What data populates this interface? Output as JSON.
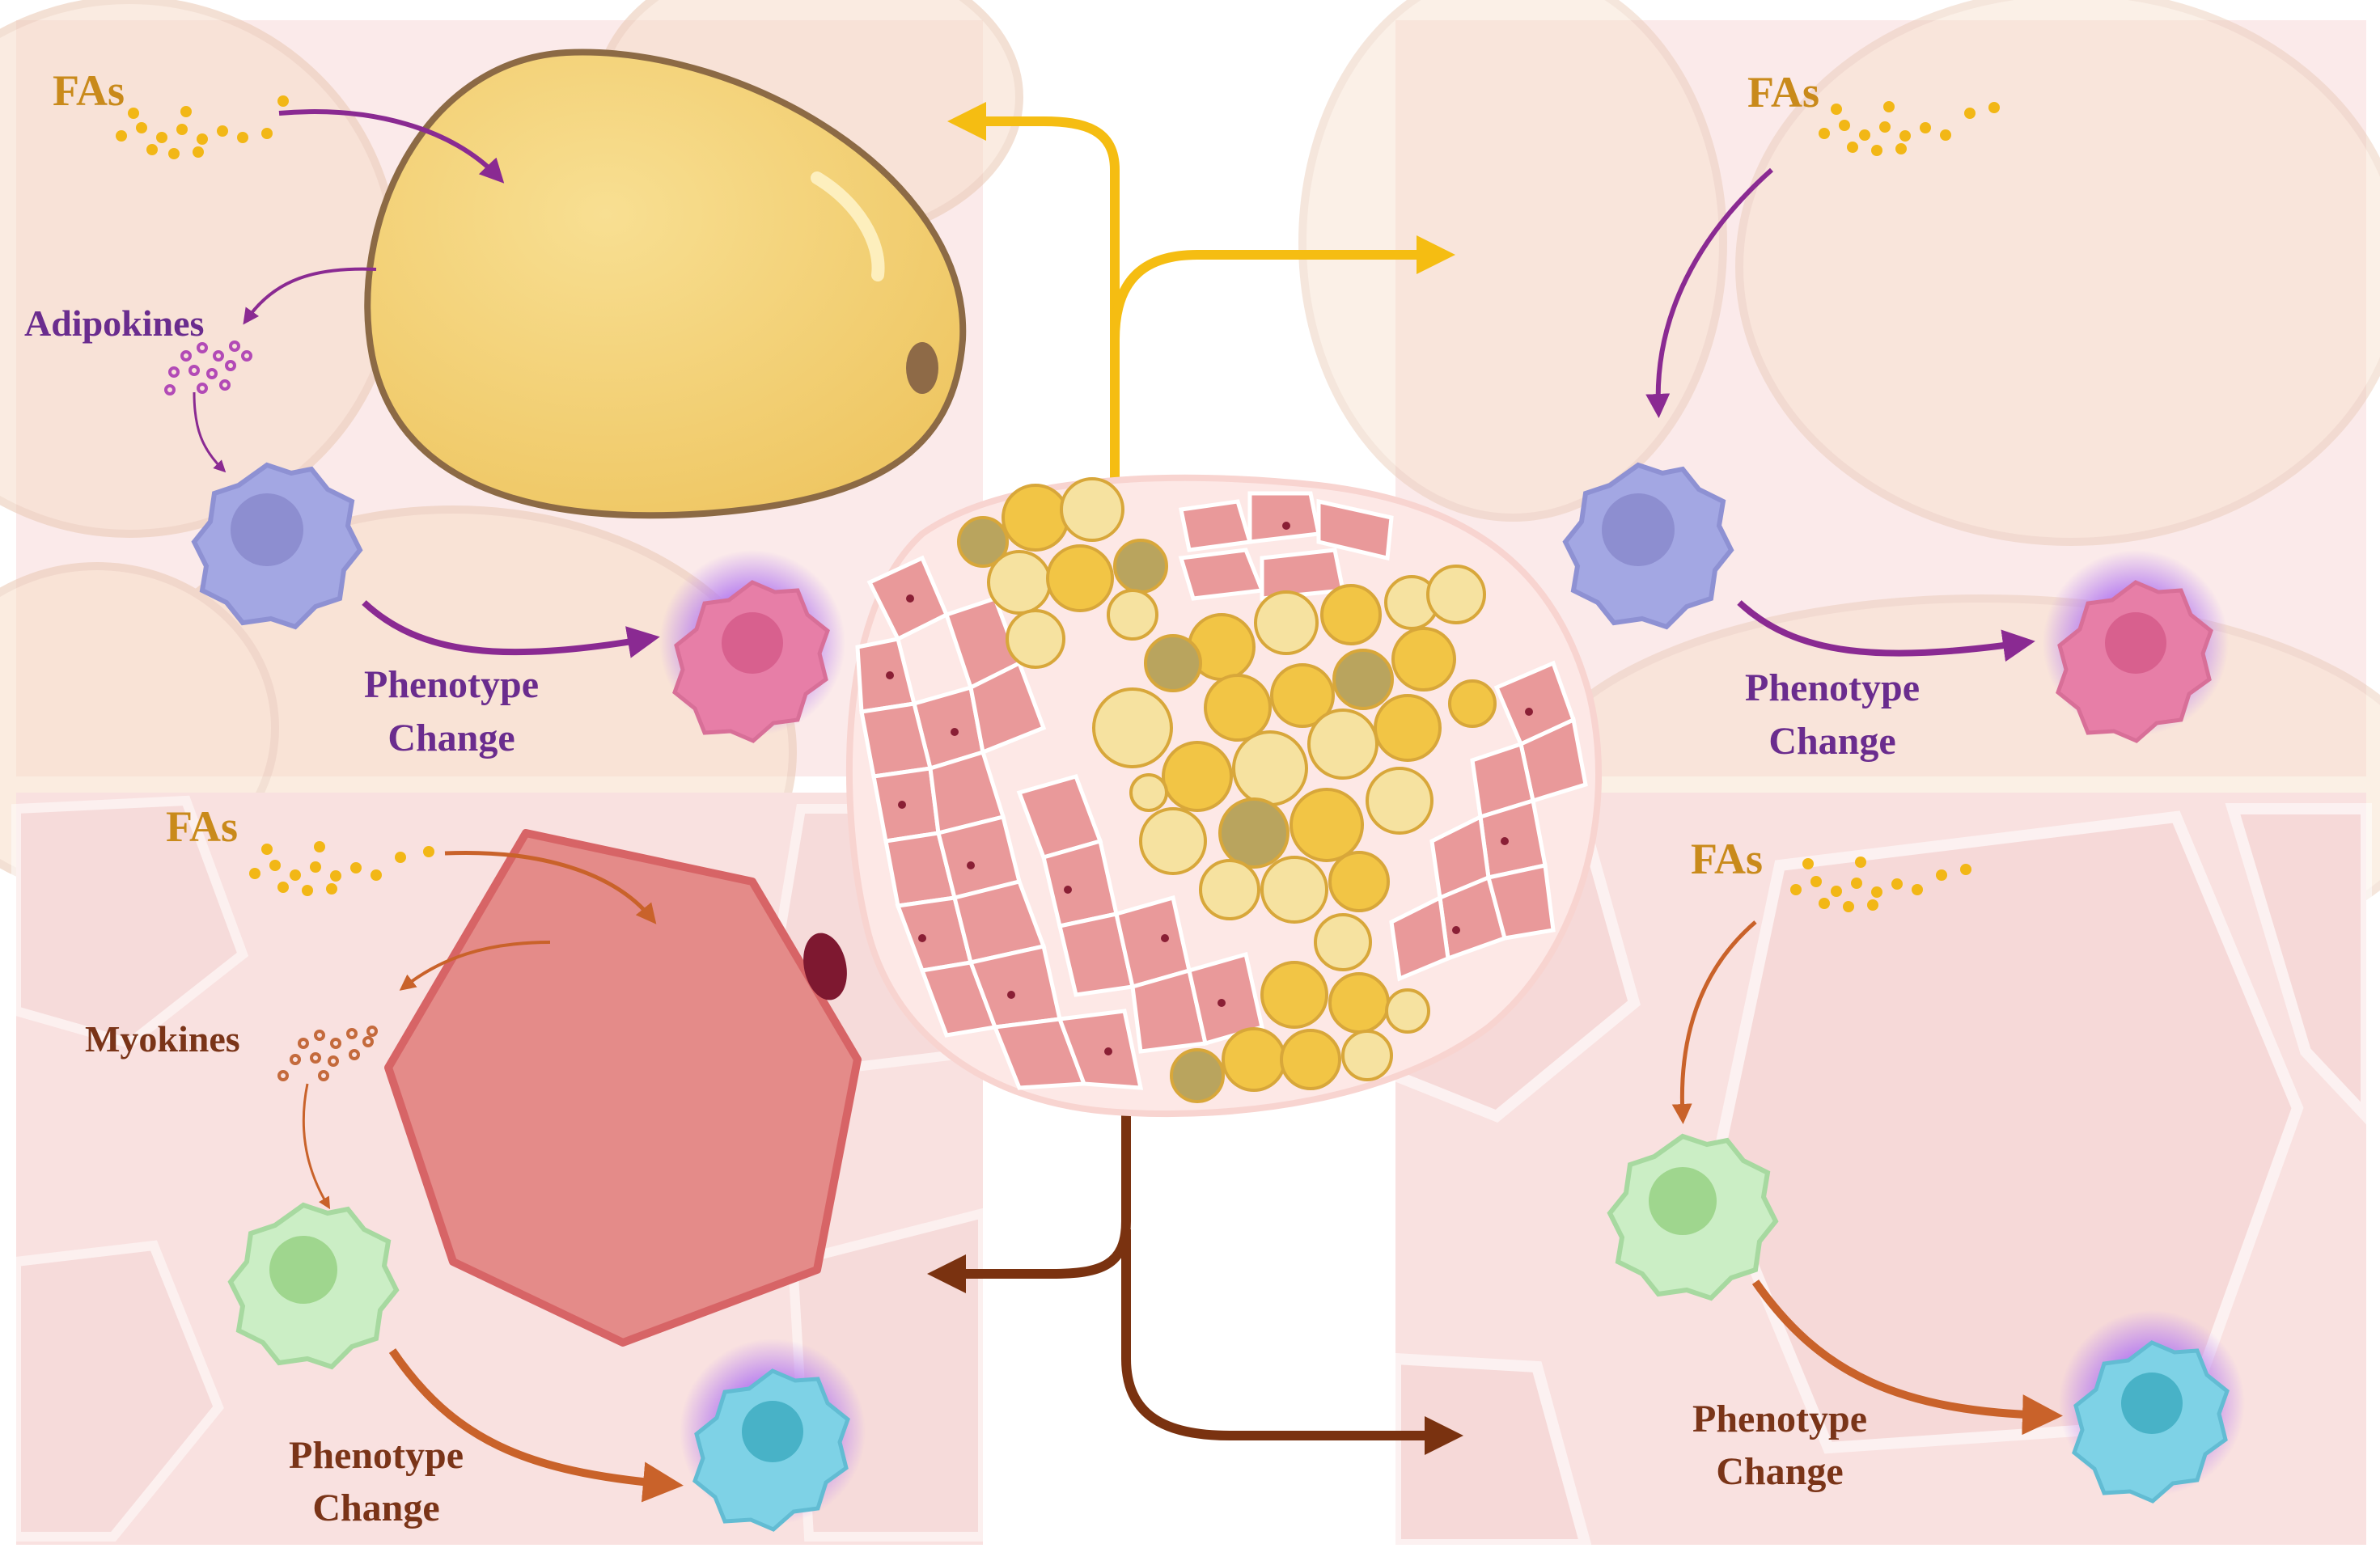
{
  "panels": {
    "top_left": {
      "fas": "FAs",
      "secreted": "Adipokines",
      "phenotype_line1": "Phenotype",
      "phenotype_line2": "Change"
    },
    "top_right": {
      "fas": "FAs",
      "phenotype_line1": "Phenotype",
      "phenotype_line2": "Change"
    },
    "bottom_left": {
      "fas": "FAs",
      "secreted": "Myokines",
      "phenotype_line1": "Phenotype",
      "phenotype_line2": "Change"
    },
    "bottom_right": {
      "fas": "FAs",
      "phenotype_line1": "Phenotype",
      "phenotype_line2": "Change"
    }
  },
  "colors": {
    "adipose_arrow": "#f5bd12",
    "muscle_arrow": "#7a3210",
    "fa_droplet": "#f2b716",
    "adipokine_arrow": "#8a2a92",
    "myokine_arrow": "#c9622a",
    "adipocyte": "#f0cc70",
    "myocyte": "#e48b89",
    "macrophage_m1": "#e77ea7",
    "macrophage_blue": "#a3a7e3",
    "macrophage_green": "#cbeec5",
    "macrophage_cyan": "#7ed2e6"
  },
  "icons": [
    "adipocyte-icon",
    "myocyte-icon",
    "macrophage-icon",
    "fatty-acid-droplets-icon",
    "tissue-cross-section-icon"
  ]
}
